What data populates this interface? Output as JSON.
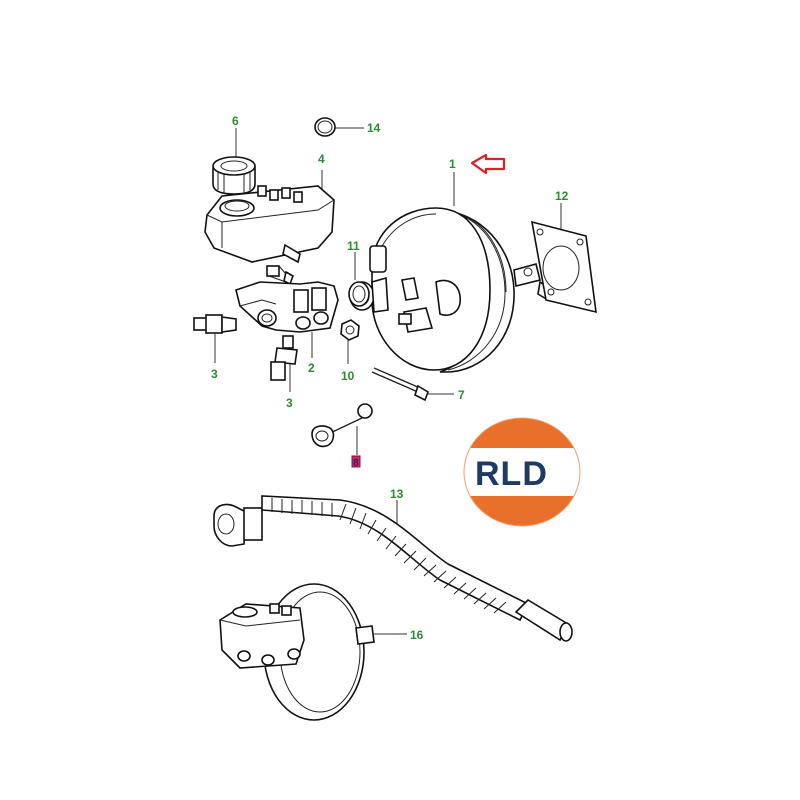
{
  "callouts": {
    "c1": "1",
    "c2": "2",
    "c3a": "3",
    "c3b": "3",
    "c4": "4",
    "c6": "6",
    "c7": "7",
    "c8": "8",
    "c10": "10",
    "c11": "11",
    "c12": "12",
    "c13": "13",
    "c14": "14",
    "c16": "16"
  },
  "logo": {
    "text": "RLD",
    "colors": {
      "top": "#e8702a",
      "bottom": "#e8702a",
      "band": "#ffffff",
      "text": "#1f3b63"
    }
  },
  "colors": {
    "callout": "#2e8b2e",
    "arrow": "#e02020",
    "highlight": "#cc2266"
  },
  "icons": {
    "highlight_arrow": "arrow-left-icon"
  }
}
